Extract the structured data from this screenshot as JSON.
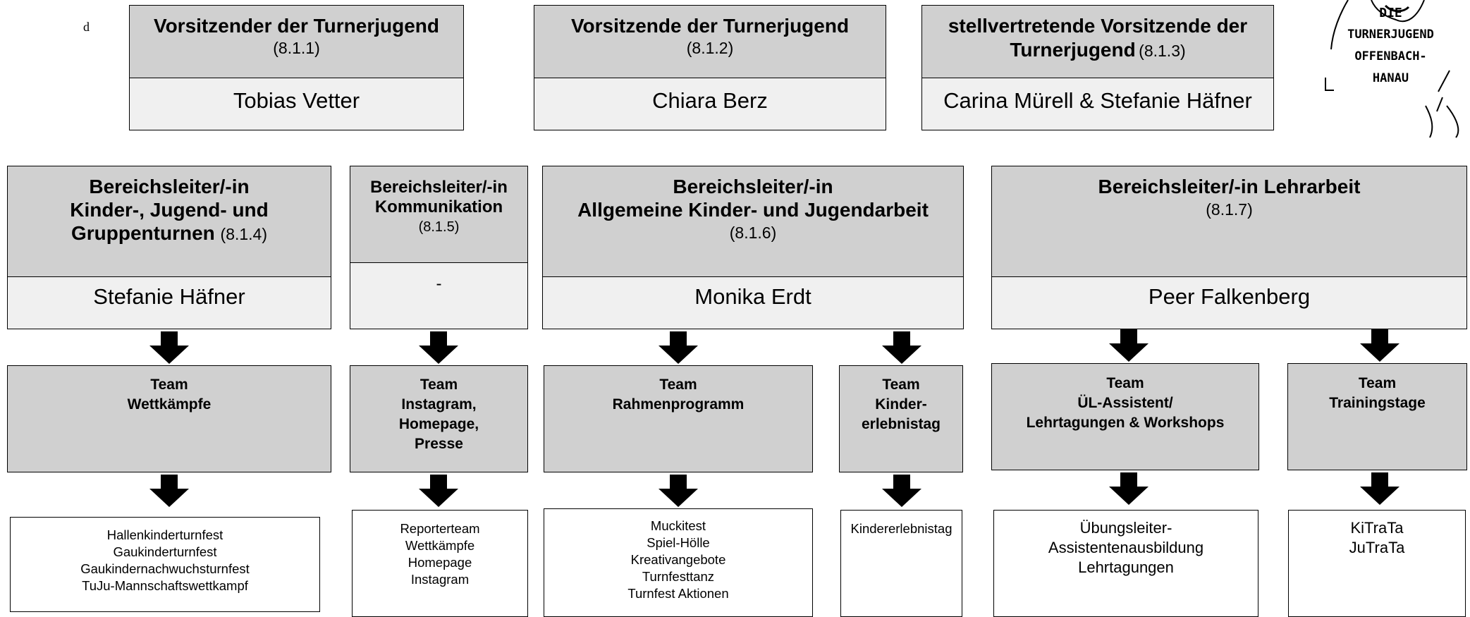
{
  "marker": "d",
  "top_boxes": [
    {
      "title": "Vorsitzender der Turnerjugend",
      "code": "(8.1.1)",
      "name": "Tobias Vetter"
    },
    {
      "title": "Vorsitzende der Turnerjugend",
      "code": "(8.1.2)",
      "name": "Chiara Berz"
    },
    {
      "title_line1": "stellvertretende Vorsitzende der",
      "title_line2": "Turnerjugend",
      "code": "(8.1.3)",
      "name": "Carina Mürell & Stefanie Häfner"
    }
  ],
  "logo": {
    "line1": "DIE",
    "line2": "TURNERJUGEND",
    "line3": "OFFENBACH-",
    "line4": "HANAU"
  },
  "areas": [
    {
      "line1": "Bereichsleiter/-in",
      "line2": "Kinder-, Jugend- und",
      "line3": "Gruppenturnen",
      "code": "(8.1.4)",
      "name": "Stefanie Häfner"
    },
    {
      "line1": "Bereichsleiter/-in",
      "line2": "Kommunikation",
      "code": "(8.1.5)",
      "name": "-"
    },
    {
      "line1": "Bereichsleiter/-in",
      "line2": "Allgemeine Kinder- und Jugendarbeit",
      "code": "(8.1.6)",
      "name": "Monika Erdt"
    },
    {
      "line1": "Bereichsleiter/-in Lehrarbeit",
      "code": "(8.1.7)",
      "name": "Peer Falkenberg"
    }
  ],
  "teams": [
    {
      "lines": [
        "Team",
        "Wettkämpfe"
      ]
    },
    {
      "lines": [
        "Team",
        "Instagram,",
        "Homepage,",
        "Presse"
      ]
    },
    {
      "lines": [
        "Team",
        "Rahmenprogramm"
      ]
    },
    {
      "lines": [
        "Team",
        "Kinder-",
        "erlebnistag"
      ]
    },
    {
      "lines": [
        "Team",
        "ÜL-Assistent/",
        "Lehrtagungen & Workshops"
      ]
    },
    {
      "lines": [
        "Team",
        "Trainingstage"
      ]
    }
  ],
  "tasks": [
    {
      "items": [
        "Hallenkinderturnfest",
        "Gaukinderturnfest",
        "Gaukindernachwuchsturnfest",
        "TuJu-Mannschaftswettkampf"
      ]
    },
    {
      "items": [
        "Reporterteam",
        "Wettkämpfe",
        "Homepage",
        "Instagram"
      ]
    },
    {
      "items": [
        "Muckitest",
        "Spiel-Hölle",
        "Kreativangebote",
        "Turnfesttanz",
        "Turnfest Aktionen"
      ]
    },
    {
      "items": [
        "Kindererlebnistag"
      ]
    },
    {
      "items": [
        "Übungsleiter-",
        "Assistentenausbildung",
        "Lehrtagungen"
      ]
    },
    {
      "items": [
        "KiTraTa",
        "JuTraTa"
      ]
    }
  ]
}
